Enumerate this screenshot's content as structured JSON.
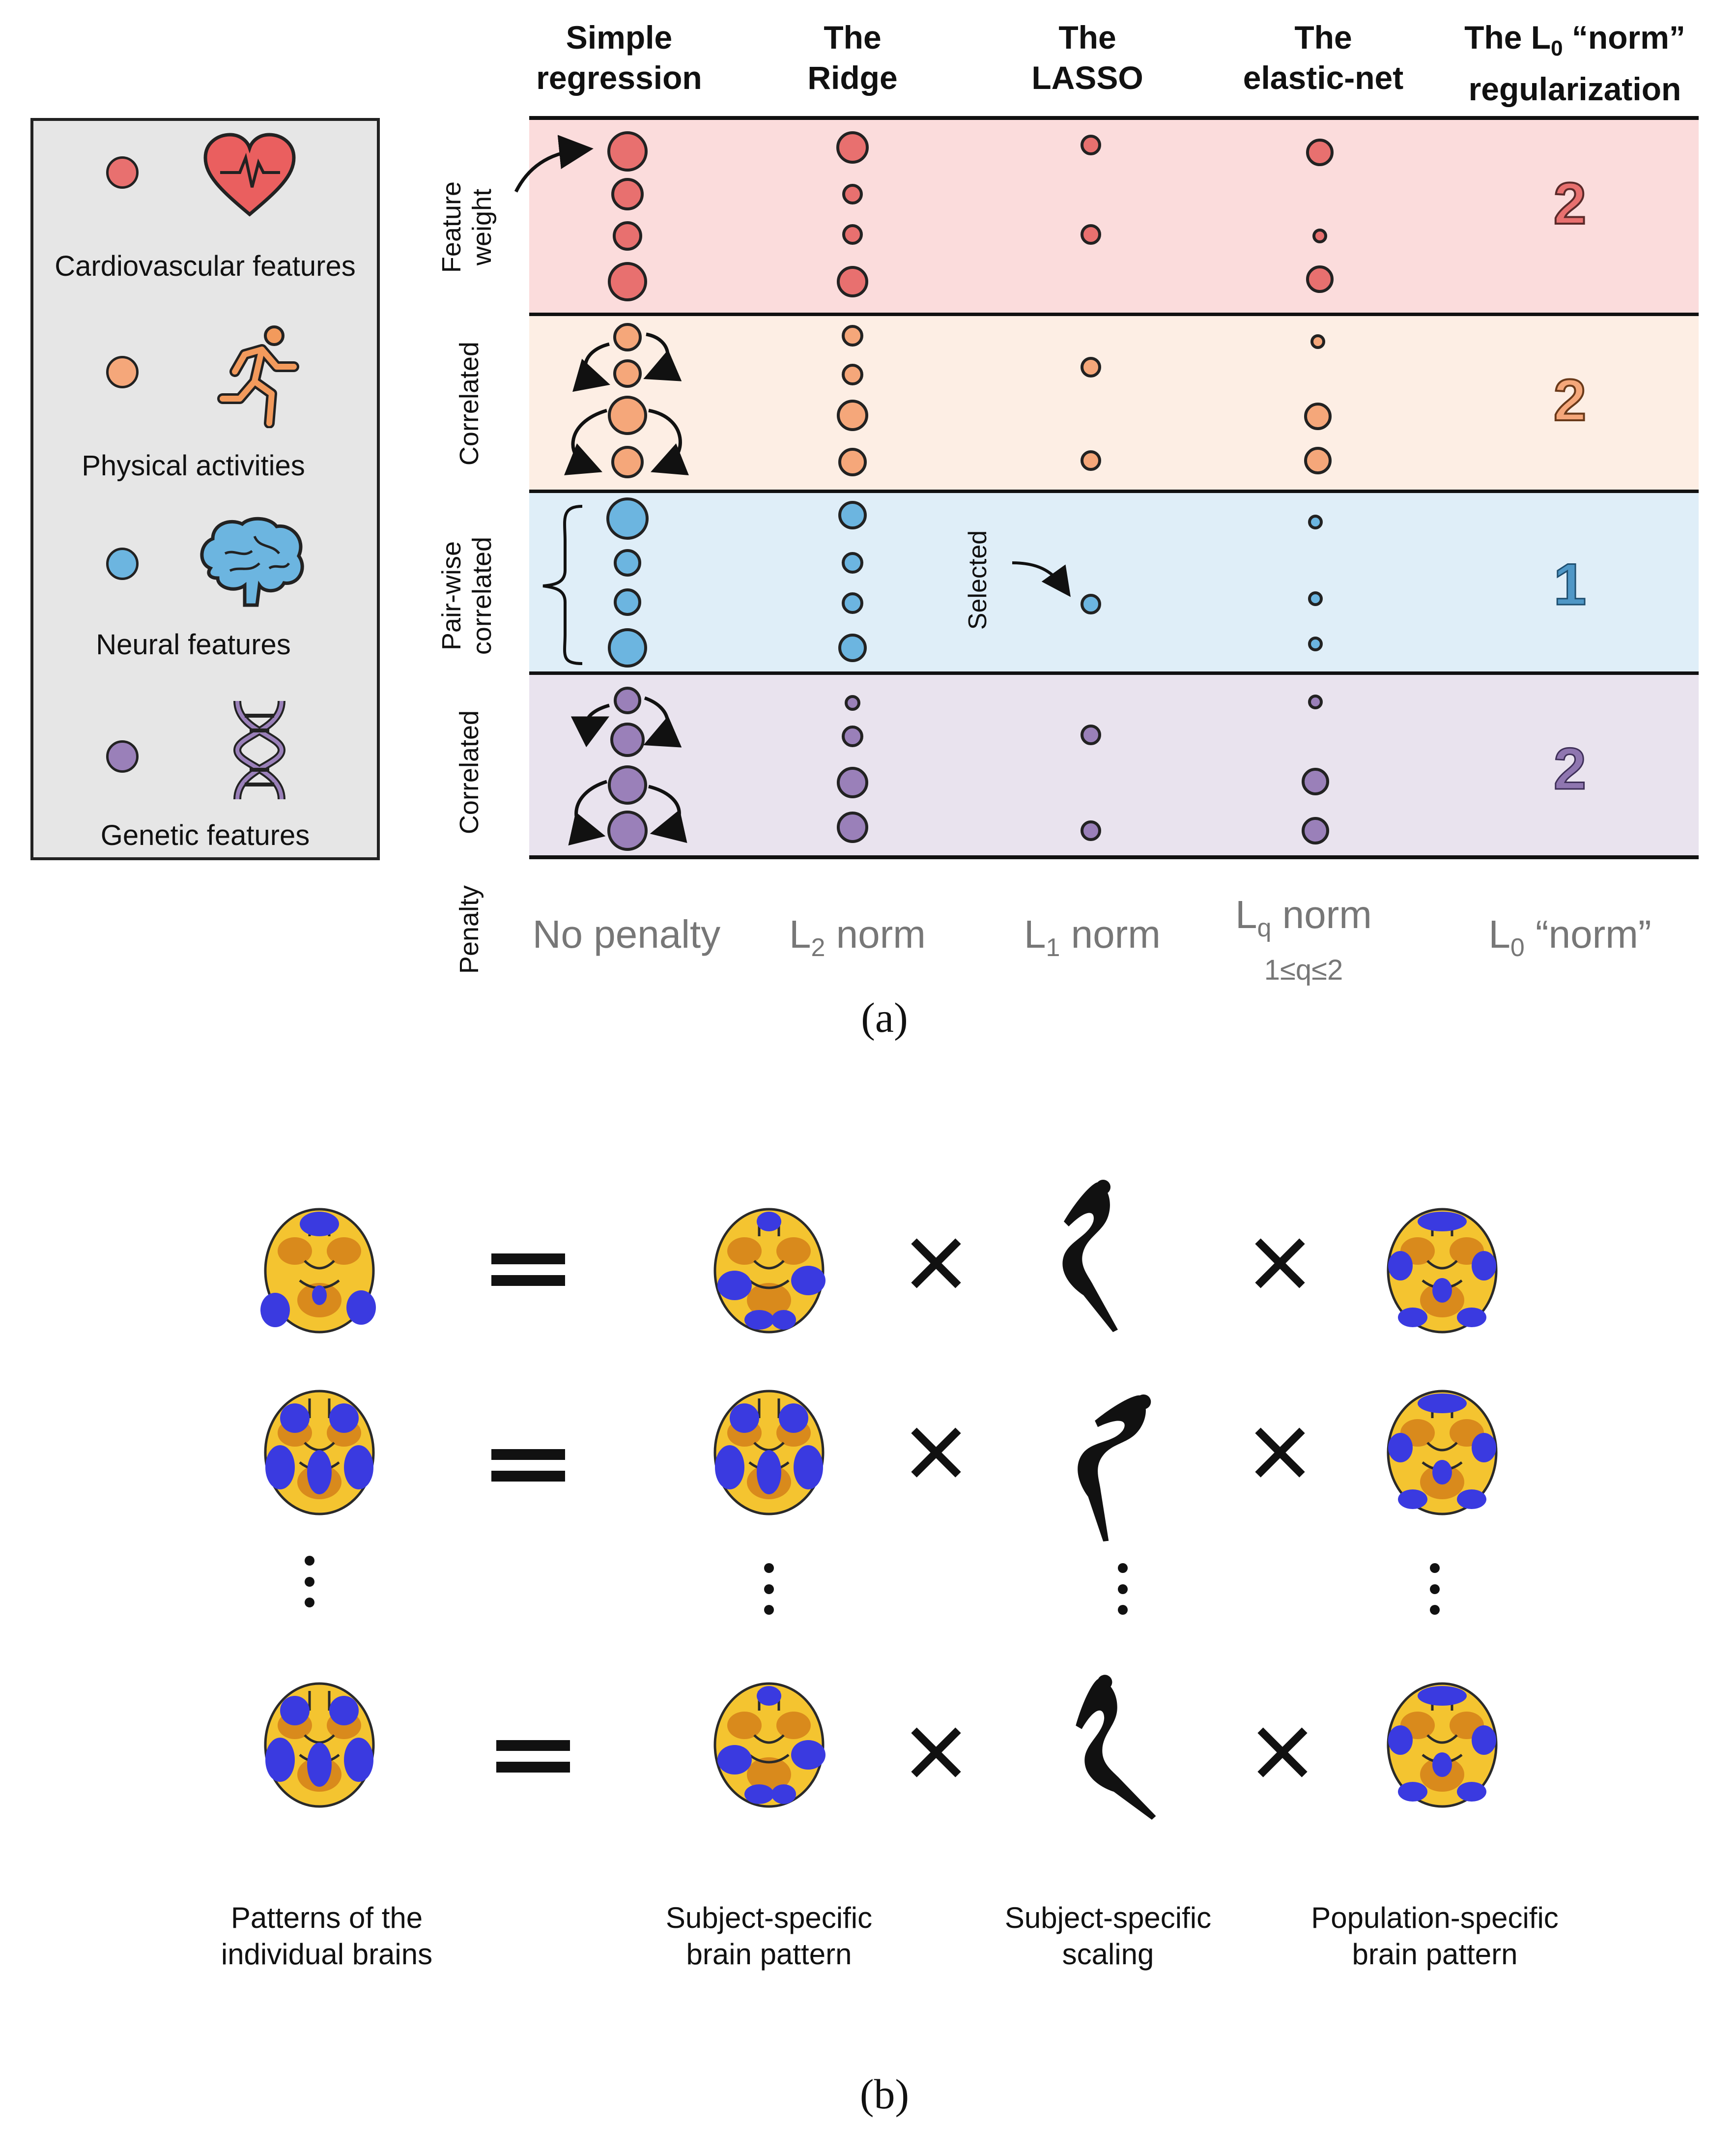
{
  "panel_a": {
    "headers": {
      "simple": [
        "Simple",
        "regression"
      ],
      "ridge": [
        "The",
        "Ridge"
      ],
      "lasso": [
        "The",
        "LASSO"
      ],
      "elastic": [
        "The",
        "elastic-net"
      ],
      "l0_line1_pre": "The L",
      "l0_line1_sub": "0",
      "l0_line1_post": " “norm”",
      "l0_line2": "regularization"
    },
    "legend": {
      "items": [
        {
          "label": "Cardiovascular features",
          "color": "#e8706f",
          "icon": "heart-icon"
        },
        {
          "label": "Physical activities",
          "color": "#f5a77a",
          "icon": "runner-icon"
        },
        {
          "label": "Neural features",
          "color": "#6cb5e0",
          "icon": "brain-icon"
        },
        {
          "label": "Genetic features",
          "color": "#9a80b9",
          "icon": "dna-icon"
        }
      ]
    },
    "row_labels": {
      "feature_weight": [
        "Feature",
        "weight"
      ],
      "correlated_1": "Correlated",
      "pairwise": [
        "Pair-wise",
        "correlated"
      ],
      "correlated_2": "Correlated",
      "penalty": "Penalty"
    },
    "band_colors": [
      "#fbdcdc",
      "#fdeee4",
      "#dfeef8",
      "#e9e3ee"
    ],
    "selected_label": "Selected",
    "l0_counts": [
      "2",
      "2",
      "1",
      "2"
    ],
    "l0_count_colors": [
      "#e8706f",
      "#f5a77a",
      "#4f97c6",
      "#8f76b0"
    ],
    "penalties": {
      "none": "No penalty",
      "l2_pre": "L",
      "l2_sub": "2",
      "l2_post": " norm",
      "l1_pre": "L",
      "l1_sub": "1",
      "l1_post": " norm",
      "lq_pre": "L",
      "lq_sub": "q",
      "lq_post": " norm",
      "lq_range": "1≤q≤2",
      "l0_pre": "L",
      "l0_sub": "0",
      "l0_post": " “norm”"
    },
    "caption": "(a)"
  },
  "panel_b": {
    "operators": {
      "equals": "=",
      "times": "×"
    },
    "labels": {
      "individual": [
        "Patterns of the",
        "individual brains"
      ],
      "subject_pattern": [
        "Subject-specific",
        "brain pattern"
      ],
      "scaling": [
        "Subject-specific",
        "scaling"
      ],
      "population": [
        "Population-specific",
        "brain pattern"
      ]
    },
    "brain_colors": {
      "yellow": "#f4c430",
      "orange": "#d98a1c",
      "blue": "#3a3ae0",
      "outline": "#2a2a2a"
    },
    "caption": "(b)"
  }
}
